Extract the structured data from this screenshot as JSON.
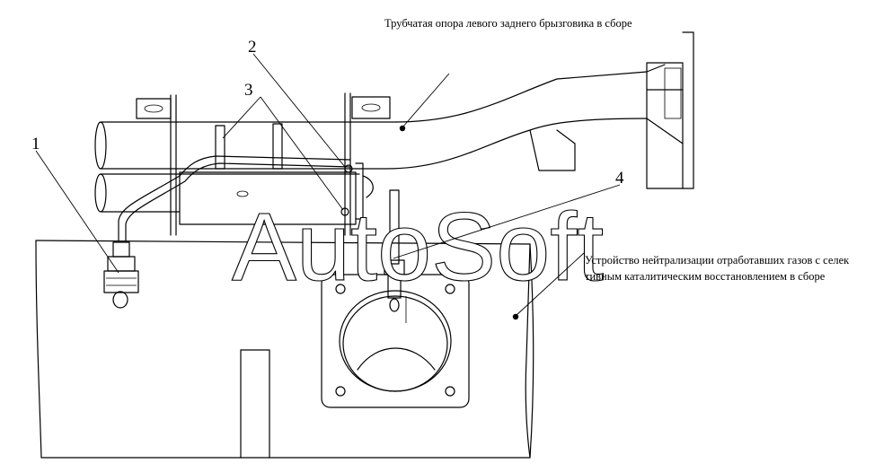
{
  "callouts": {
    "c1": "1",
    "c2": "2",
    "c3": "3",
    "c4": "4"
  },
  "captions": {
    "top": "Трубчатая опора левого заднего брызговика в сборе",
    "right_line1": "Устройство нейтрализации отработавших газов с селек",
    "right_line2": "тивным каталитическим восстановлением в сборе"
  },
  "watermark": "AutoSoft"
}
